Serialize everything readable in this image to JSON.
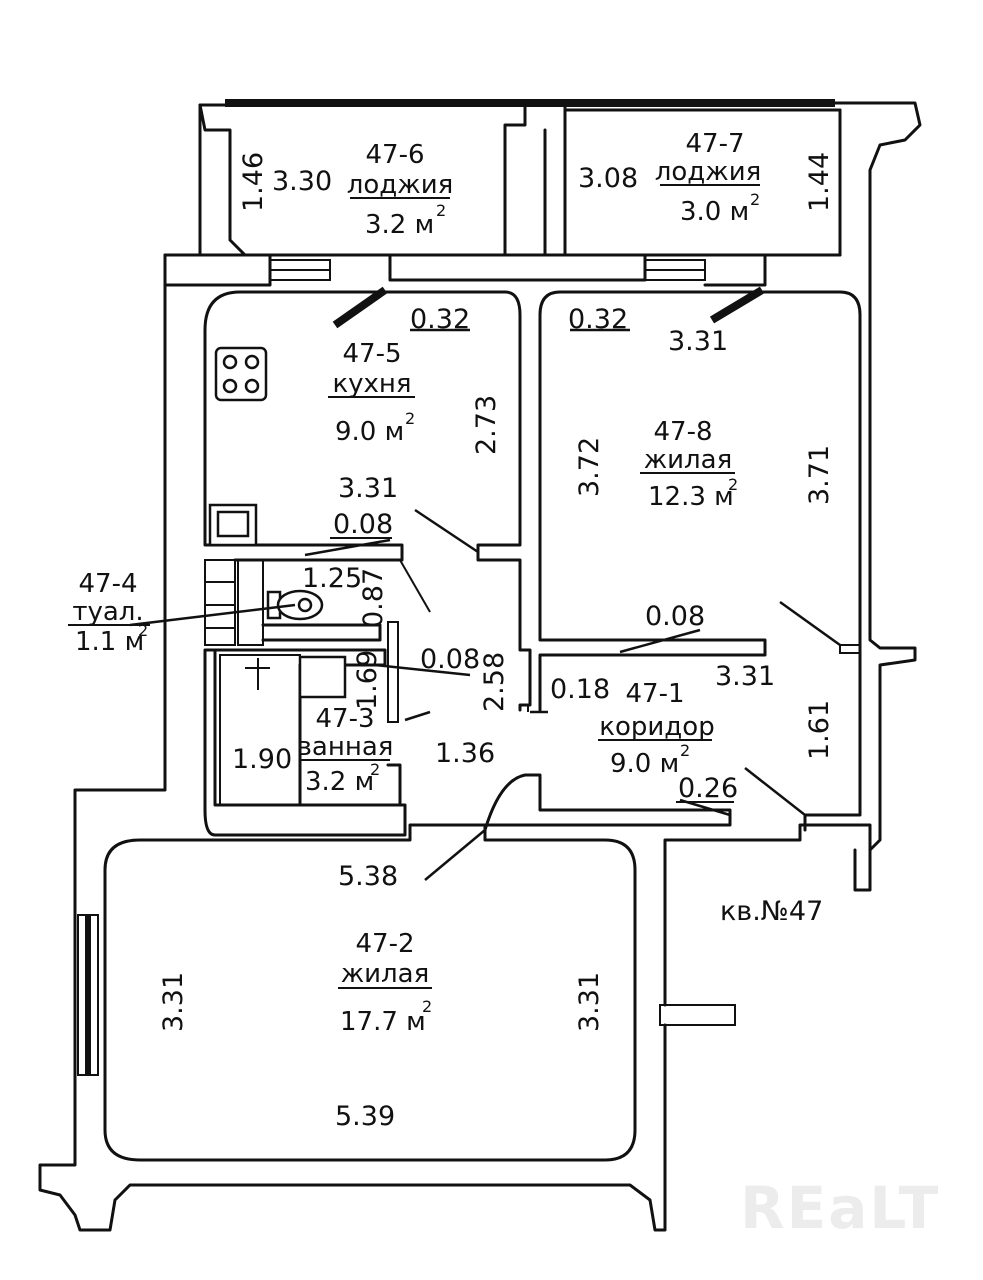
{
  "plan": {
    "apartment_label": "кв.№47",
    "watermark": "REaLT",
    "rooms": [
      {
        "id": "47-6",
        "name": "лоджия",
        "area": "3.2 м",
        "sup": "2"
      },
      {
        "id": "47-7",
        "name": "лоджия",
        "area": "3.0 м",
        "sup": "2"
      },
      {
        "id": "47-5",
        "name": "кухня",
        "area": "9.0 м",
        "sup": "2"
      },
      {
        "id": "47-8",
        "name": "жилая",
        "area": "12.3 м",
        "sup": "2"
      },
      {
        "id": "47-4",
        "name": "туал.",
        "area": "1.1 м",
        "sup": "2"
      },
      {
        "id": "47-3",
        "name": "ванная",
        "area": "3.2 м",
        "sup": "2"
      },
      {
        "id": "47-1",
        "name": "коридор",
        "area": "9.0 м",
        "sup": "2"
      },
      {
        "id": "47-2",
        "name": "жилая",
        "area": "17.7 м",
        "sup": "2"
      }
    ],
    "dims": {
      "loggia6_side": "1.46",
      "loggia6_len": "3.30",
      "loggia7_len": "3.08",
      "loggia7_side": "1.44",
      "kitchen_wall1": "0.32",
      "room8_wall1": "0.32",
      "room8_top": "3.31",
      "kitchen_right": "2.73",
      "room8_left": "3.72",
      "room8_right": "3.71",
      "kitchen_bottom": "3.31",
      "partition_top": "0.08",
      "wc_width": "1.25",
      "wc_depth": "0.87",
      "room8_partition": "0.08",
      "bath_partition": "0.08",
      "bath_depth": "1.69",
      "corridor_right": "3.31",
      "corridor_left": "2.58",
      "corridor_nib": "0.18",
      "bath_width": "1.90",
      "corridor_width": "1.36",
      "corridor_end": "1.61",
      "corridor_wall": "0.26",
      "room2_top": "5.38",
      "room2_left": "3.31",
      "room2_right": "3.31",
      "room2_bottom": "5.39"
    }
  }
}
